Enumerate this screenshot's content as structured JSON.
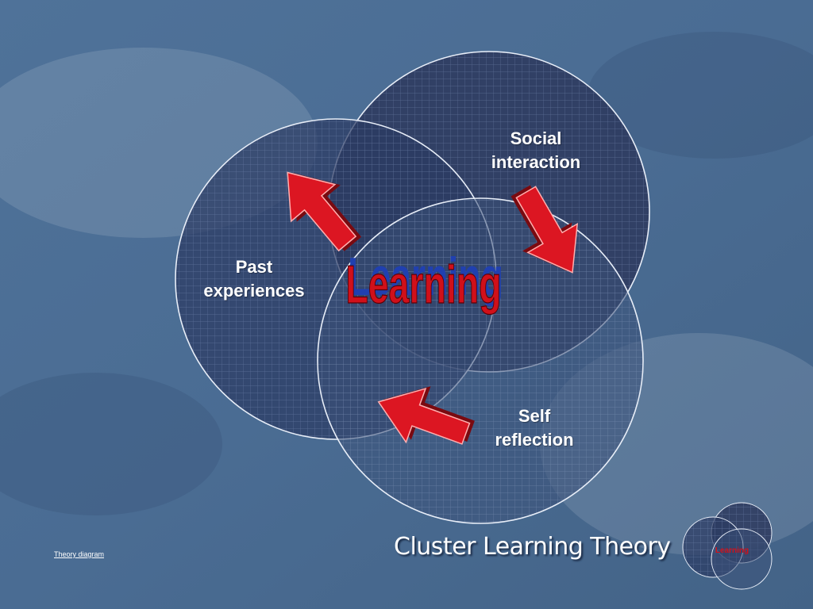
{
  "diagram": {
    "center_label": "Learning",
    "circles": [
      {
        "id": "social",
        "lines": [
          "Social",
          "interaction"
        ]
      },
      {
        "id": "past",
        "lines": [
          "Past",
          "experiences"
        ]
      },
      {
        "id": "self",
        "lines": [
          "Self",
          "reflection"
        ]
      }
    ]
  },
  "footer": {
    "link_text": "Theory diagram",
    "title": "Cluster Learning Theory",
    "thumbnail_label": "Learning"
  },
  "colors": {
    "background": "#4a6e96",
    "circle_fill": "#2d3b60",
    "arrow_red": "#d81420",
    "center_text_red": "#d0101a",
    "center_text_blue": "#2040b0"
  }
}
